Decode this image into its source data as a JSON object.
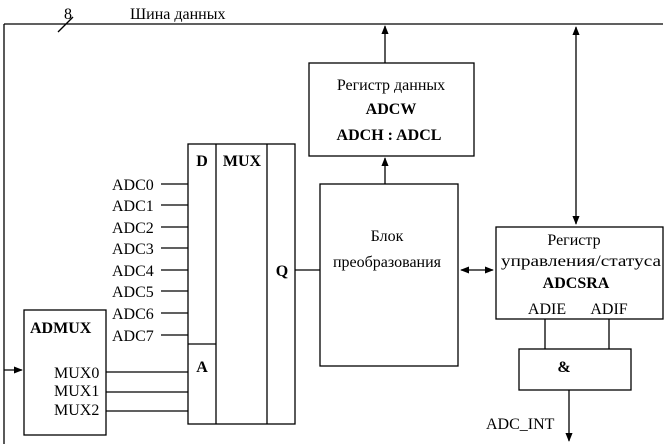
{
  "bus": {
    "width_label": "8",
    "title": "Шина данных"
  },
  "data_register": {
    "title": "Регистр данных",
    "name": "ADCW",
    "pair": "ADCH : ADCL"
  },
  "mux": {
    "d_label": "D",
    "title": "MUX",
    "a_label": "A",
    "q_label": "Q"
  },
  "adc_inputs": [
    "ADC0",
    "ADC1",
    "ADC2",
    "ADC3",
    "ADC4",
    "ADC5",
    "ADC6",
    "ADC7"
  ],
  "converter": {
    "line1": "Блок",
    "line2": "преобразования"
  },
  "control_register": {
    "line1": "Регистр",
    "line2": "управления/статуса",
    "name": "ADCSRA",
    "bit1": "ADIE",
    "bit2": "ADIF"
  },
  "and_gate": {
    "label": "&"
  },
  "interrupt": {
    "label": "ADC_INT"
  },
  "admux": {
    "title": "ADMUX",
    "bits": [
      "MUX0",
      "MUX1",
      "MUX2"
    ]
  }
}
